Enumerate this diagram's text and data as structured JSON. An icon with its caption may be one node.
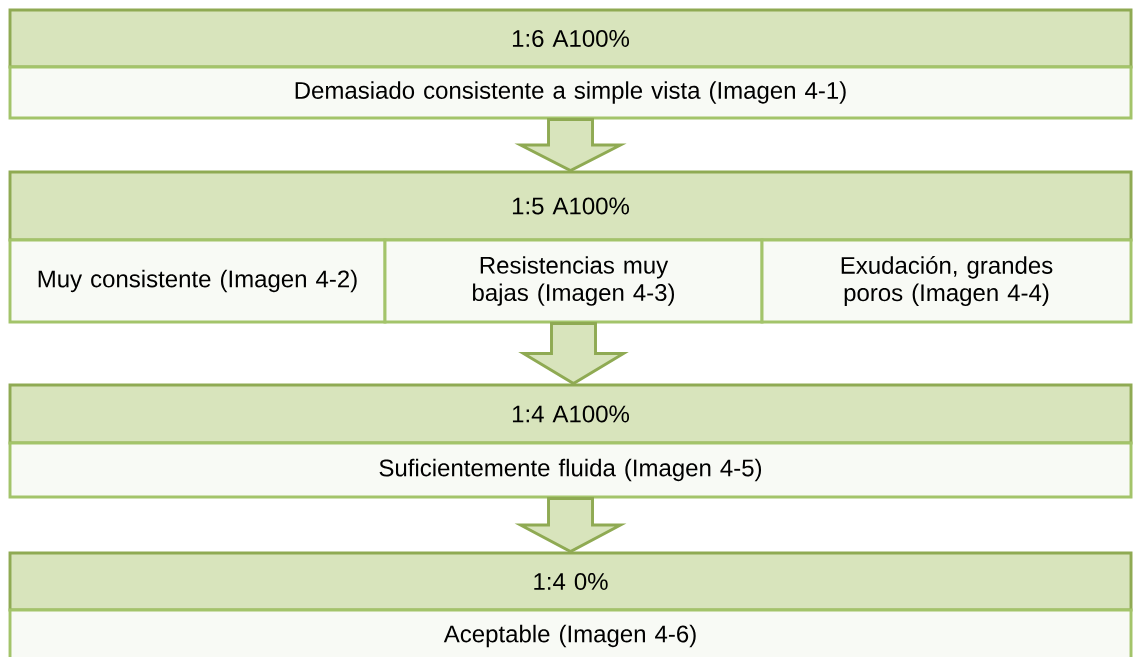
{
  "diagram": {
    "nodes": [
      {
        "text": [
          "1:6 A100%"
        ]
      },
      {
        "text": [
          "Demasiado consistente a simple vista (Imagen 4-1)"
        ]
      },
      {
        "text": [
          "1:5 A100%"
        ]
      },
      {
        "text": [
          "Muy consistente (Imagen 4-2)"
        ]
      },
      {
        "text": [
          "Resistencias muy bajas (Imagen 4-3)"
        ]
      },
      {
        "text": [
          "Exudación, grandes poros (Imagen 4-4)"
        ]
      },
      {
        "text": [
          "1:4 A100%"
        ]
      },
      {
        "text": [
          "Suficientemente fluida (Imagen 4-5)"
        ]
      },
      {
        "text": [
          "1:4 0%"
        ]
      },
      {
        "text": [
          "Aceptable (Imagen 4-6)"
        ]
      }
    ],
    "edges": [
      {
        "from": 1,
        "to": 2,
        "arrow": "to"
      },
      {
        "from": 4,
        "to": 6,
        "arrow": "to"
      },
      {
        "from": 7,
        "to": 8,
        "arrow": "to"
      }
    ]
  }
}
